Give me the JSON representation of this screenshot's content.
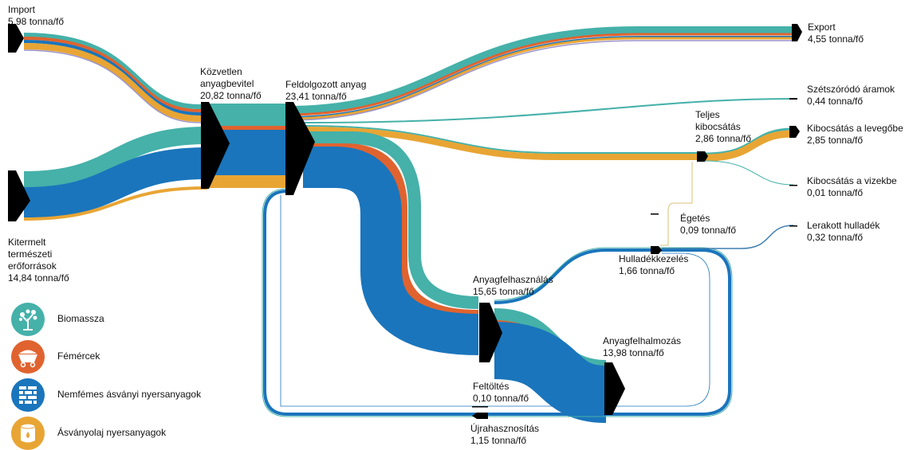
{
  "colors": {
    "biomass": "#45b1a9",
    "metal": "#e0632f",
    "nonmetal": "#1a75bc",
    "fossil": "#e8a534",
    "other": "#9b94c9",
    "node": "#000000"
  },
  "unit": "tonna/fő",
  "nodes": {
    "import": {
      "name": "Import",
      "value": "5,98 tonna/fő"
    },
    "extracted": {
      "name_lines": [
        "Kitermelt",
        "természeti",
        "erőforrások"
      ],
      "value": "14,84 tonna/fő"
    },
    "direct_input": {
      "name_lines": [
        "Közvetlen",
        "anyagbevitel"
      ],
      "value": "20,82 tonna/fő"
    },
    "processed": {
      "name": "Feldolgozott anyag",
      "value": "23,41 tonna/fő"
    },
    "export": {
      "name": "Export",
      "value": "4,55 tonna/fő"
    },
    "dissipative": {
      "name": "Szétszóródó áramok",
      "value": "0,44 tonna/fő"
    },
    "total_emissions": {
      "name_lines": [
        "Teljes",
        "kibocsátás"
      ],
      "value": "2,86 tonna/fő"
    },
    "air": {
      "name": "Kibocsátás a levegőbe",
      "value": "2,85 tonna/fő"
    },
    "water": {
      "name": "Kibocsátás a vizekbe",
      "value": "0,01 tonna/fő"
    },
    "incineration": {
      "name": "Égetés",
      "value": "0,09 tonna/fő"
    },
    "landfill": {
      "name": "Lerakott hulladék",
      "value": "0,32 tonna/fő"
    },
    "waste_treatment": {
      "name": "Hulladékkezelés",
      "value": "1,66 tonna/fő"
    },
    "material_use": {
      "name": "Anyagfelhasználás",
      "value": "15,65 tonna/fő"
    },
    "accumulation": {
      "name": "Anyagfelhalmozás",
      "value": "13,98 tonna/fő"
    },
    "backfilling": {
      "name": "Feltöltés",
      "value": "0,10 tonna/fő"
    },
    "recycling": {
      "name": "Újrahasznosítás",
      "value": "1,15 tonna/fő"
    }
  },
  "legend": [
    {
      "label": "Biomassza",
      "icon": "tree-icon",
      "color": "#45b1a9"
    },
    {
      "label": "Fémércek",
      "icon": "mine-cart-icon",
      "color": "#e0632f"
    },
    {
      "label": "Nemfémes ásványi nyersanyagok",
      "icon": "brick-wall-icon",
      "color": "#1a75bc"
    },
    {
      "label": "Ásványolaj nyersanyagok",
      "icon": "oil-barrel-icon",
      "color": "#e8a534"
    }
  ],
  "chart_data": {
    "type": "sankey",
    "title": "",
    "unit": "tonna/fő",
    "nodes": [
      {
        "id": "import",
        "label": "Import",
        "value": 5.98
      },
      {
        "id": "extracted",
        "label": "Kitermelt természeti erőforrások",
        "value": 14.84
      },
      {
        "id": "direct_input",
        "label": "Közvetlen anyagbevitel",
        "value": 20.82
      },
      {
        "id": "processed",
        "label": "Feldolgozott anyag",
        "value": 23.41
      },
      {
        "id": "export",
        "label": "Export",
        "value": 4.55
      },
      {
        "id": "dissipative",
        "label": "Szétszóródó áramok",
        "value": 0.44
      },
      {
        "id": "total_emissions",
        "label": "Teljes kibocsátás",
        "value": 2.86
      },
      {
        "id": "air",
        "label": "Kibocsátás a levegőbe",
        "value": 2.85
      },
      {
        "id": "water",
        "label": "Kibocsátás a vizekbe",
        "value": 0.01
      },
      {
        "id": "incineration",
        "label": "Égetés",
        "value": 0.09
      },
      {
        "id": "landfill",
        "label": "Lerakott hulladék",
        "value": 0.32
      },
      {
        "id": "waste_treatment",
        "label": "Hulladékkezelés",
        "value": 1.66
      },
      {
        "id": "material_use",
        "label": "Anyagfelhasználás",
        "value": 15.65
      },
      {
        "id": "accumulation",
        "label": "Anyagfelhalmozás",
        "value": 13.98
      },
      {
        "id": "backfilling",
        "label": "Feltöltés",
        "value": 0.1
      },
      {
        "id": "recycling",
        "label": "Újrahasznosítás",
        "value": 1.15
      }
    ],
    "links": [
      {
        "source": "import",
        "target": "direct_input",
        "value": 5.98
      },
      {
        "source": "extracted",
        "target": "direct_input",
        "value": 14.84
      },
      {
        "source": "direct_input",
        "target": "processed",
        "value": 20.82
      },
      {
        "source": "recycling",
        "target": "processed",
        "value": 1.15
      },
      {
        "source": "processed",
        "target": "export",
        "value": 4.55
      },
      {
        "source": "processed",
        "target": "dissipative",
        "value": 0.44
      },
      {
        "source": "processed",
        "target": "total_emissions",
        "value": 2.77
      },
      {
        "source": "processed",
        "target": "material_use",
        "value": 15.65
      },
      {
        "source": "material_use",
        "target": "accumulation",
        "value": 13.98
      },
      {
        "source": "material_use",
        "target": "waste_treatment",
        "value": 1.66
      },
      {
        "source": "waste_treatment",
        "target": "incineration",
        "value": 0.09
      },
      {
        "source": "incineration",
        "target": "total_emissions",
        "value": 0.09
      },
      {
        "source": "waste_treatment",
        "target": "landfill",
        "value": 0.32
      },
      {
        "source": "waste_treatment",
        "target": "recycling",
        "value": 1.15
      },
      {
        "source": "waste_treatment",
        "target": "backfilling",
        "value": 0.1
      },
      {
        "source": "total_emissions",
        "target": "air",
        "value": 2.85
      },
      {
        "source": "total_emissions",
        "target": "water",
        "value": 0.01
      }
    ],
    "categories": [
      "Biomassza",
      "Fémércek",
      "Nemfémes ásványi nyersanyagok",
      "Ásványolaj nyersanyagok"
    ]
  }
}
